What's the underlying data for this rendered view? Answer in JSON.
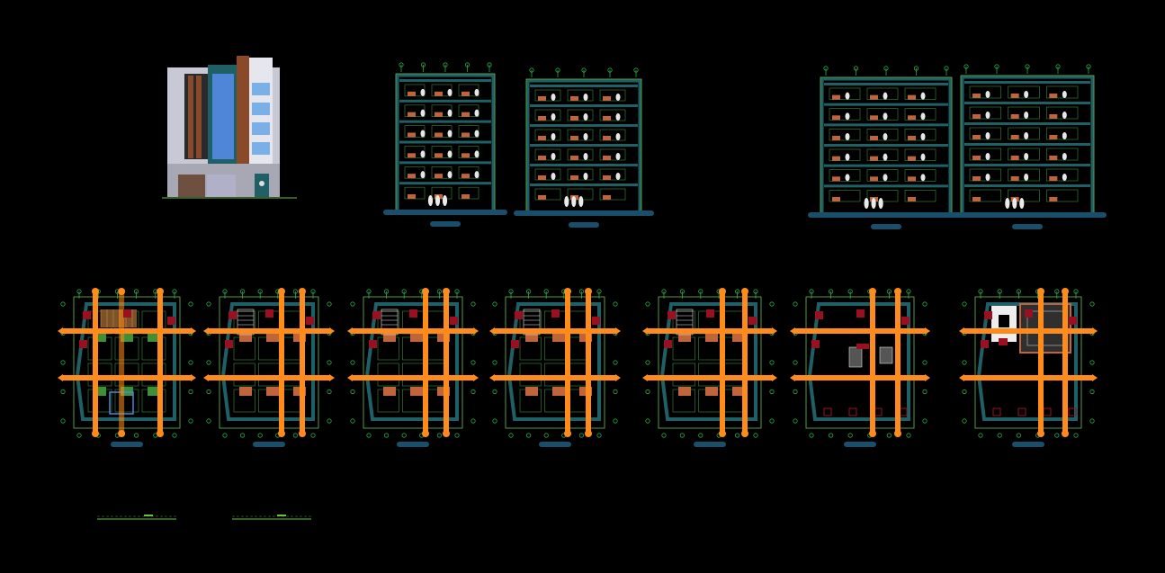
{
  "drawing": {
    "background": "#000000",
    "palette": {
      "column": "#ff8c1a",
      "wall": "#1f5f66",
      "grid": "#2aa84a",
      "furniture": "#c0643c",
      "red_column": "#9a1020",
      "title_pill": "#1a4f6b",
      "facade_blue": "#4f86d8",
      "facade_brown": "#8a4a2a",
      "dim": "#6abf4b"
    },
    "elevation": {
      "name": "front-elevation"
    },
    "sections": [
      {
        "name": "section-a"
      },
      {
        "name": "section-b"
      },
      {
        "name": "section-c"
      },
      {
        "name": "section-d"
      }
    ],
    "floor_plans": [
      {
        "name": "floor-plan-1",
        "kind": "ground"
      },
      {
        "name": "floor-plan-2",
        "kind": "typical"
      },
      {
        "name": "floor-plan-3",
        "kind": "typical"
      },
      {
        "name": "floor-plan-4",
        "kind": "typical"
      },
      {
        "name": "floor-plan-5",
        "kind": "typical"
      },
      {
        "name": "floor-plan-6",
        "kind": "roof"
      },
      {
        "name": "floor-plan-7",
        "kind": "tank-roof"
      }
    ],
    "scale_bars": [
      {
        "name": "scale-bar-1"
      },
      {
        "name": "scale-bar-2"
      }
    ]
  }
}
